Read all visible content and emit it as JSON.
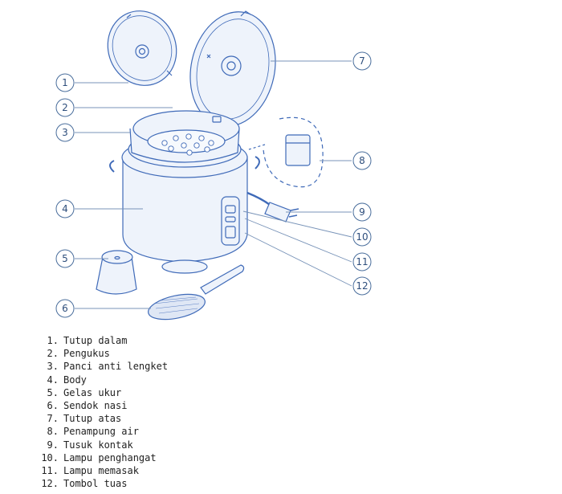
{
  "callouts": [
    "1",
    "2",
    "3",
    "4",
    "5",
    "6",
    "7",
    "8",
    "9",
    "10",
    "11",
    "12"
  ],
  "parts": [
    {
      "num": "1.",
      "label": "Tutup dalam"
    },
    {
      "num": "2.",
      "label": "Pengukus"
    },
    {
      "num": "3.",
      "label": "Panci anti lengket"
    },
    {
      "num": "4.",
      "label": "Body"
    },
    {
      "num": "5.",
      "label": "Gelas ukur"
    },
    {
      "num": "6.",
      "label": "Sendok nasi"
    },
    {
      "num": "7.",
      "label": "Tutup atas"
    },
    {
      "num": "8.",
      "label": "Penampung air"
    },
    {
      "num": "9.",
      "label": "Tusuk kontak"
    },
    {
      "num": "10.",
      "label": "Lampu penghangat"
    },
    {
      "num": "11.",
      "label": "Lampu memasak"
    },
    {
      "num": "12.",
      "label": "Tombol tuas"
    }
  ],
  "colors": {
    "line": "#3f6ab8",
    "fill": "#e6eef9",
    "callout": "#4a6e9c"
  }
}
